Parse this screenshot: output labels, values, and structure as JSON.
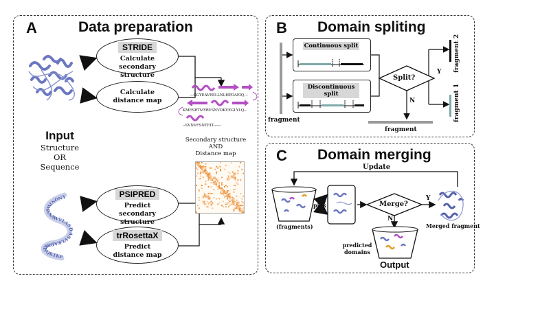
{
  "panel_a": {
    "letter": "A",
    "title": "Data preparation",
    "stride": {
      "tool": "STRIDE",
      "text": "Calculate secondary structure"
    },
    "distance": {
      "text": "Calculate distance map"
    },
    "input": {
      "title": "Input",
      "line1": "Structure",
      "line2": "OR",
      "line3": "Sequence"
    },
    "psipred": {
      "tool": "PSIPRED",
      "text": "Predict secondary structure"
    },
    "trrosetta": {
      "tool": "trRosettaX",
      "text": "Predict distance map"
    },
    "output_caption": {
      "line1": "Secondary structure",
      "line2": "AND",
      "line3": "Distance map"
    },
    "seq_rows": [
      "---GGYEAVEELLNLHPDAEIQ---",
      "KMESRTMYRVSNVDKVEGLYLQ--",
      "--SVNVFSNTEIT------"
    ],
    "helix_sequence": "LNQNTWSVSAWVLASDASVLKADRKLYQKTKFIPDNL"
  },
  "panel_b": {
    "letter": "B",
    "title": "Domain spliting",
    "continuous": "Continuous split",
    "discontinuous": "Discontinuous split",
    "decision": "Split?",
    "yes": "Y",
    "no": "N",
    "fragment_left": "fragment",
    "fragment_bottom": "fragment",
    "fragment2": "fragment 2",
    "fragment1": "fragment 1"
  },
  "panel_c": {
    "letter": "C",
    "title": "Domain merging",
    "update": "Update",
    "fragments": "(fragments)",
    "pick": "pick",
    "decision": "Merge?",
    "yes": "Y",
    "no": "N",
    "merged": "Merged fragment",
    "predicted": "predicted domains",
    "output": "Output"
  },
  "colors": {
    "protein": "#6b78c0",
    "helix_magenta": "#b44fc4",
    "heatmap": "#e87a12",
    "fragment_bar": "#9a9a9a",
    "fragment_teal": "#7fa9aa"
  }
}
